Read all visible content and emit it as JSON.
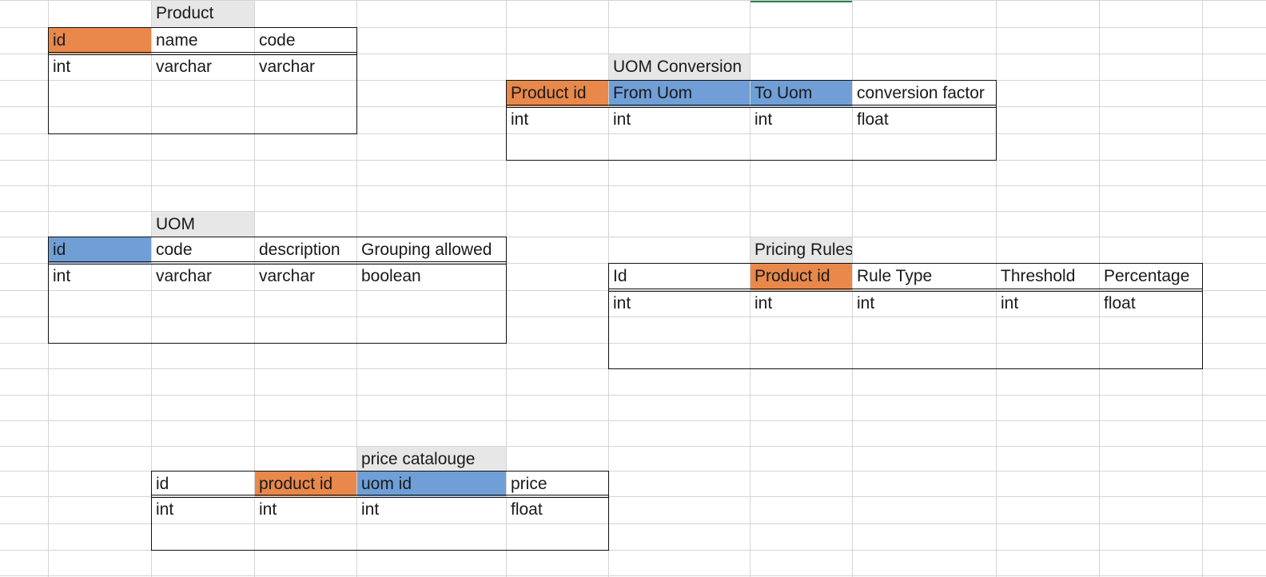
{
  "sheet": {
    "colors": {
      "primary_key": "#E8884B",
      "foreign_key": "#6F9FD6",
      "caption_fill": "#E7E7E7",
      "gridline": "#D4D4D4",
      "selected_column": "#2E7D4A"
    },
    "tables": [
      {
        "title": "Product",
        "headers": [
          {
            "label": "id",
            "key": "primary"
          },
          {
            "label": "name",
            "key": "none"
          },
          {
            "label": "code",
            "key": "none"
          }
        ],
        "types": [
          "int",
          "varchar",
          "varchar"
        ]
      },
      {
        "title": "UOM Conversion",
        "headers": [
          {
            "label": "Product id",
            "key": "primary"
          },
          {
            "label": "From Uom",
            "key": "foreign"
          },
          {
            "label": "To Uom",
            "key": "foreign"
          },
          {
            "label": "conversion factor",
            "key": "none"
          }
        ],
        "types": [
          "int",
          "int",
          "int",
          "float"
        ]
      },
      {
        "title": "UOM",
        "headers": [
          {
            "label": "id",
            "key": "foreign"
          },
          {
            "label": "code",
            "key": "none"
          },
          {
            "label": "description",
            "key": "none"
          },
          {
            "label": "Grouping allowed",
            "key": "none"
          }
        ],
        "types": [
          "int",
          "varchar",
          "varchar",
          "boolean"
        ]
      },
      {
        "title": "Pricing Rules",
        "headers": [
          {
            "label": "Id",
            "key": "none"
          },
          {
            "label": "Product id",
            "key": "primary"
          },
          {
            "label": "Rule Type",
            "key": "none"
          },
          {
            "label": "Threshold",
            "key": "none"
          },
          {
            "label": "Percentage",
            "key": "none"
          }
        ],
        "types": [
          "int",
          "int",
          "int",
          "int",
          "float"
        ]
      },
      {
        "title": "price catalouge",
        "headers": [
          {
            "label": "id",
            "key": "none"
          },
          {
            "label": "product id",
            "key": "primary"
          },
          {
            "label": "uom id",
            "key": "foreign"
          },
          {
            "label": "price",
            "key": "none"
          }
        ],
        "types": [
          "int",
          "int",
          "int",
          "float"
        ]
      }
    ]
  }
}
